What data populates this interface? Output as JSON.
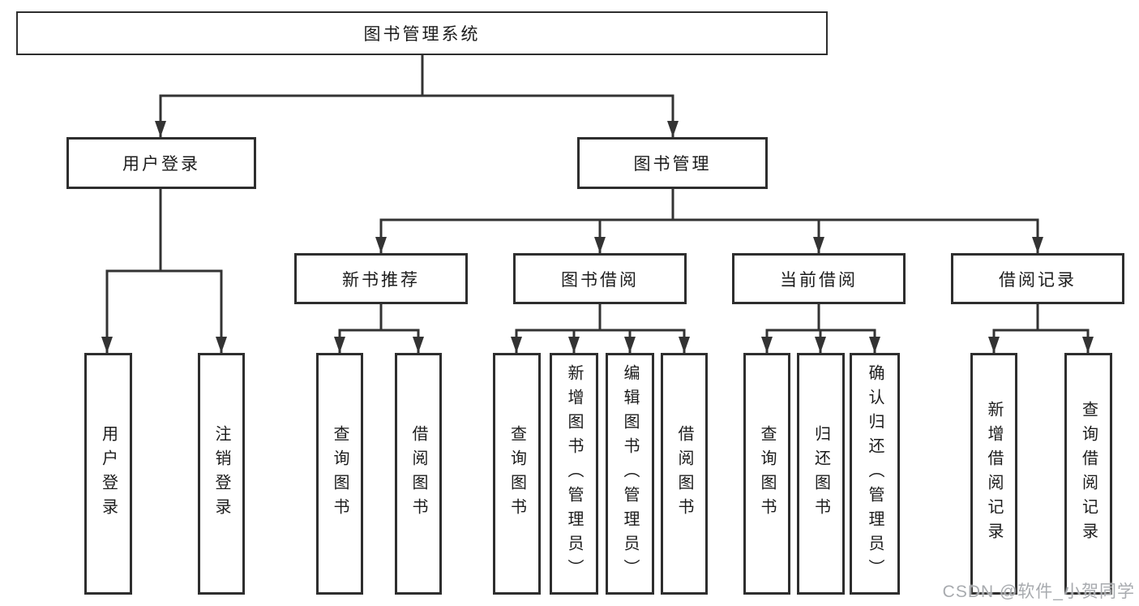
{
  "tree": {
    "root": {
      "label": "图书管理系统",
      "children": [
        {
          "label": "用户登录",
          "children": [
            {
              "label": "用户登录"
            },
            {
              "label": "注销登录"
            }
          ]
        },
        {
          "label": "图书管理",
          "children": [
            {
              "label": "新书推荐",
              "children": [
                {
                  "label": "查询图书"
                },
                {
                  "label": "借阅图书"
                }
              ]
            },
            {
              "label": "图书借阅",
              "children": [
                {
                  "label": "查询图书"
                },
                {
                  "label": "新增图书（管理员）"
                },
                {
                  "label": "编辑图书（管理员）"
                },
                {
                  "label": "借阅图书"
                }
              ]
            },
            {
              "label": "当前借阅",
              "children": [
                {
                  "label": "查询图书"
                },
                {
                  "label": "归还图书"
                },
                {
                  "label": "确认归还（管理员）"
                }
              ]
            },
            {
              "label": "借阅记录",
              "children": [
                {
                  "label": "新增借阅记录"
                },
                {
                  "label": "查询借阅记录"
                }
              ]
            }
          ]
        }
      ]
    }
  },
  "watermark": {
    "text": "CSDN @软件_小贺同学"
  },
  "colors": {
    "line": "#333333",
    "box_border": "#2e2e2e",
    "text": "#1c1c1c",
    "watermark": "#a8abaf",
    "background": "#ffffff"
  }
}
